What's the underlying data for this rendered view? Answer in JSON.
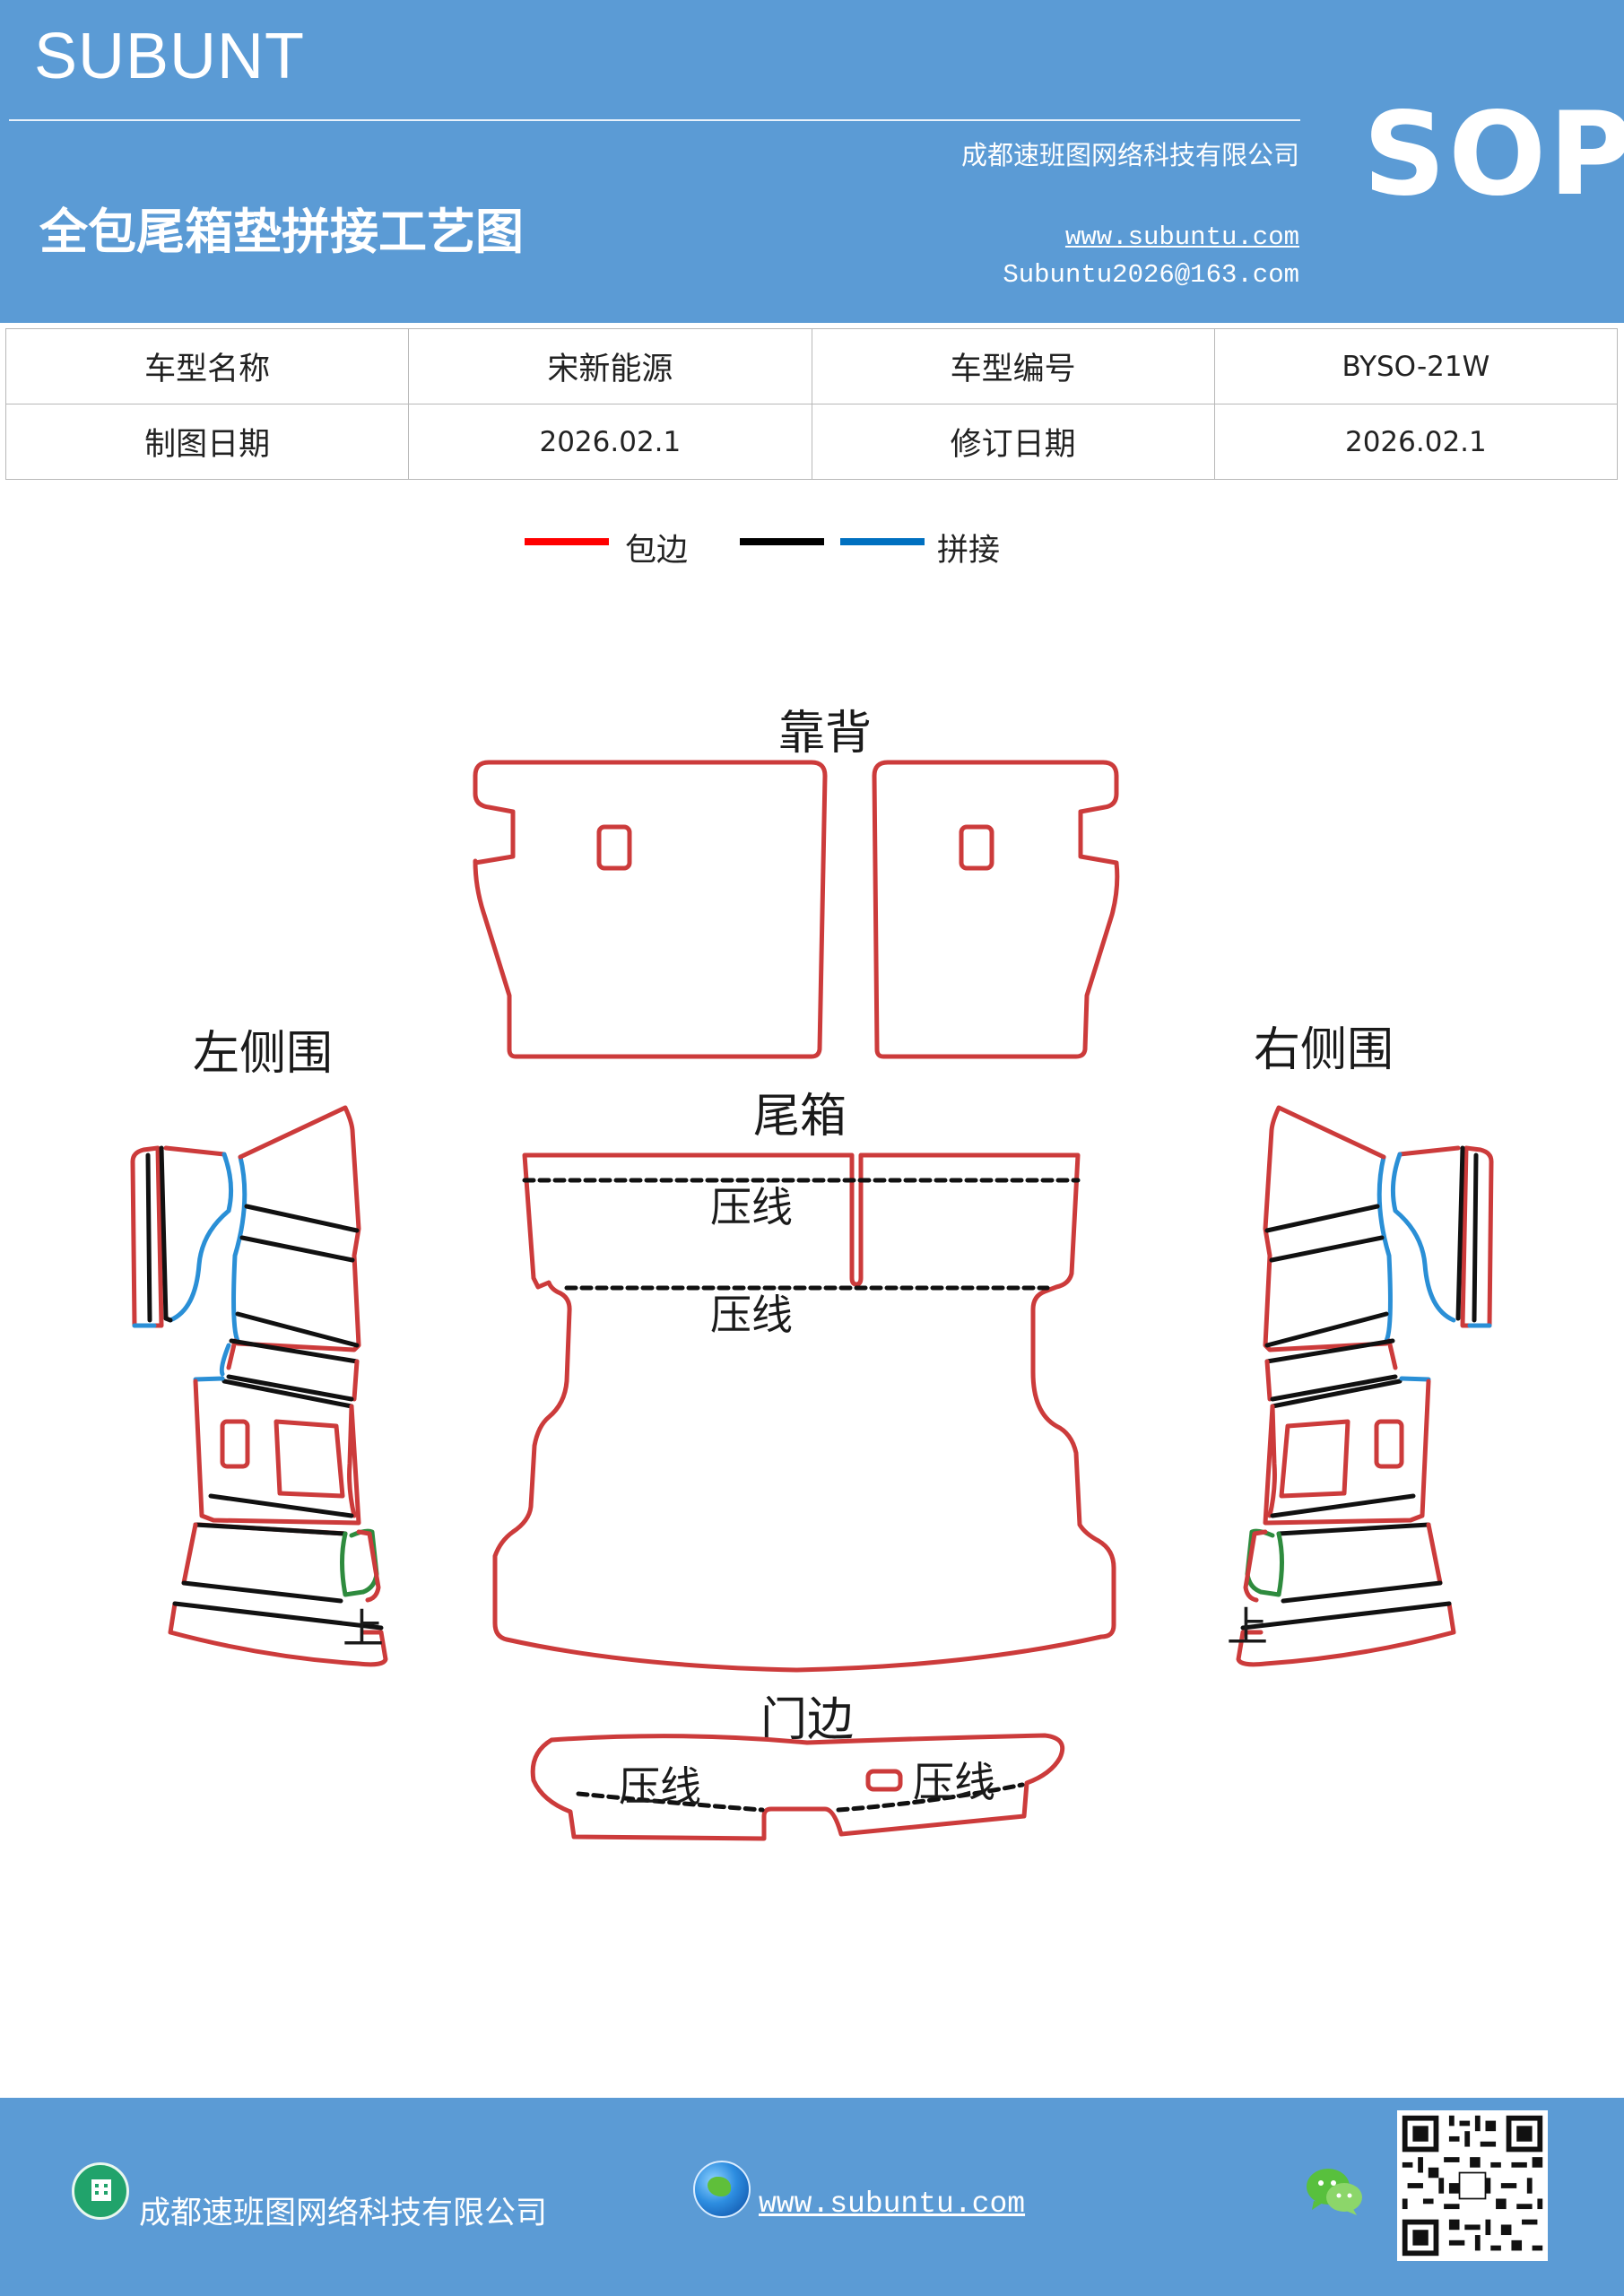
{
  "header": {
    "brand": "SUBUNT",
    "company": "成都速班图网络科技有限公司",
    "title": "全包尾箱垫拼接工艺图",
    "website": "www.subuntu.com",
    "email": "Subuntu2026@163.com",
    "badge": "SOP"
  },
  "info_table": [
    [
      "车型名称",
      "宋新能源",
      "车型编号",
      "BYSO-21W"
    ],
    [
      "制图日期",
      "2026.02.1",
      "修订日期",
      "2026.02.1"
    ]
  ],
  "legend": {
    "items": [
      {
        "color": "#ff0000",
        "label": "包边"
      },
      {
        "color": "#000000",
        "label": ""
      },
      {
        "color": "#0070c0",
        "label": "拼接"
      }
    ]
  },
  "diagram": {
    "labels": {
      "backrest": "靠背",
      "left_side": "左侧围",
      "right_side": "右侧围",
      "trunk": "尾箱",
      "press_line": "压线",
      "door_edge": "门边",
      "up": "上"
    },
    "colors": {
      "edge": "#cc3b3b",
      "seam_black": "#111111",
      "seam_blue": "#2a8fd6",
      "seam_green": "#2e8b3e"
    }
  },
  "footer": {
    "company": "成都速班图网络科技有限公司",
    "website": "www.subuntu.com"
  }
}
